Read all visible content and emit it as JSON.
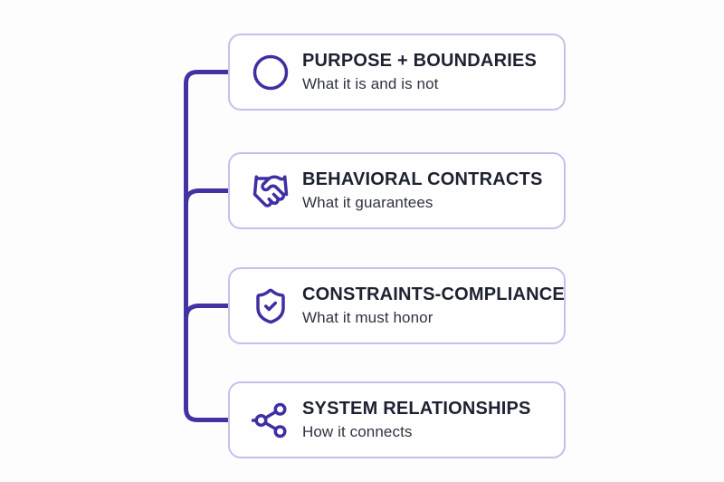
{
  "theme": {
    "accent": "#3e2fa3",
    "connector": "#4233a3",
    "card_border": "#c5c0ea",
    "card_bg": "#fffeff",
    "page_bg": "#fdfdfe",
    "title_color": "#1d2231",
    "subtitle_color": "#2e3440"
  },
  "diagram": {
    "items": [
      {
        "icon": "circle-icon",
        "title": "PURPOSE + BOUNDARIES",
        "subtitle": "What it is and is not"
      },
      {
        "icon": "handshake-icon",
        "title": "BEHAVIORAL CONTRACTS",
        "subtitle": "What it guarantees"
      },
      {
        "icon": "shield-check-icon",
        "title": "CONSTRAINTS-COMPLIANCE",
        "subtitle": "What it must honor"
      },
      {
        "icon": "share-nodes-icon",
        "title": "SYSTEM RELATIONSHIPS",
        "subtitle": "How it connects"
      }
    ]
  }
}
